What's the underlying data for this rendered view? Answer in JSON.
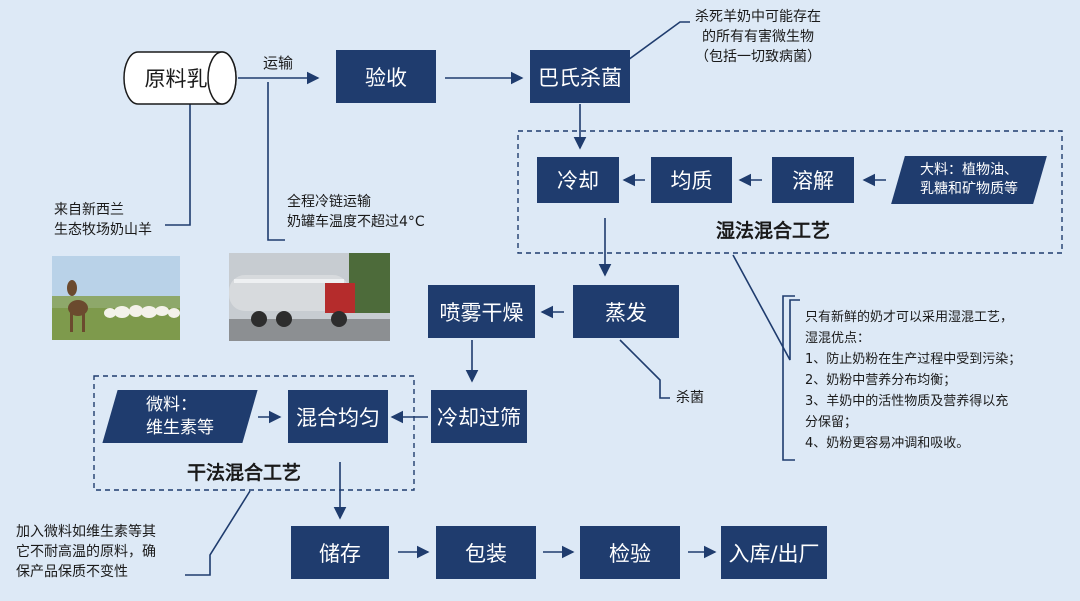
{
  "colors": {
    "box": "#1f3c6e",
    "background": "#dde9f6",
    "line": "#1f3c6e",
    "dashed": "#1f3c6e"
  },
  "nodes": {
    "raw_milk": "原料乳",
    "transport_label": "运输",
    "inspection": "验收",
    "pasteurization": "巴氏杀菌",
    "cooling": "冷却",
    "homogenization": "均质",
    "dissolving": "溶解",
    "major_ingredients": "大料：植物油、\n乳糖和矿物质等",
    "wet_process": "湿法混合工艺",
    "evaporation": "蒸发",
    "spray_drying": "喷雾干燥",
    "cooling_sieving": "冷却过筛",
    "mixing": "混合均匀",
    "minor_ingredients": "微料：\n维生素等",
    "dry_process": "干法混合工艺",
    "storage": "储存",
    "packaging": "包装",
    "testing": "检验",
    "warehouse": "入库/出厂"
  },
  "notes": {
    "origin": "来自新西兰\n生态牧场奶山羊",
    "cold_chain": "全程冷链运输\n奶罐车温度不超过4°C",
    "pasteurization_note": "杀死羊奶中可能存在\n的所有有害微生物\n（包括一切致病菌）",
    "sterilization": "杀菌",
    "wet_advantages": "只有新鲜的奶才可以采用湿混工艺，\n湿混优点：\n1、防止奶粉在生产过程中受到污染；\n2、奶粉中营养分布均衡；\n3、羊奶中的活性物质及营养得以充\n分保留；\n4、奶粉更容易冲调和吸收。",
    "dry_note": "加入微料如维生素等其\n它不耐高温的原料，确\n保产品保质不变性"
  },
  "icons": {
    "goats_photo": "goats-photo",
    "tanker_photo": "tanker-truck-photo"
  }
}
